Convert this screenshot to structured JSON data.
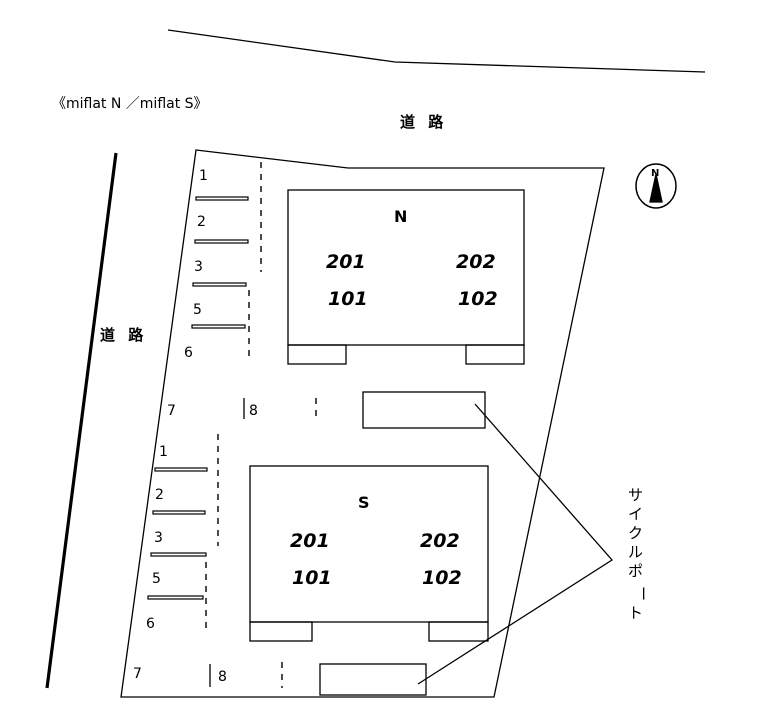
{
  "title": "《miflat N ／miflat S》",
  "road_top": "道 路",
  "road_left": "道 路",
  "compass_letter": "N",
  "cycle_port": [
    "サ",
    "イ",
    "ク",
    "ル",
    "ポ",
    "ー",
    "ト"
  ],
  "building_n": {
    "name": "N",
    "units_upper": [
      "201",
      "202"
    ],
    "units_lower": [
      "101",
      "102"
    ]
  },
  "building_s": {
    "name": "S",
    "units_upper": [
      "201",
      "202"
    ],
    "units_lower": [
      "101",
      "102"
    ]
  },
  "parking_n": [
    "1",
    "2",
    "3",
    "5",
    "6",
    "7",
    "8"
  ],
  "parking_s": [
    "1",
    "2",
    "3",
    "5",
    "6",
    "7",
    "8"
  ]
}
